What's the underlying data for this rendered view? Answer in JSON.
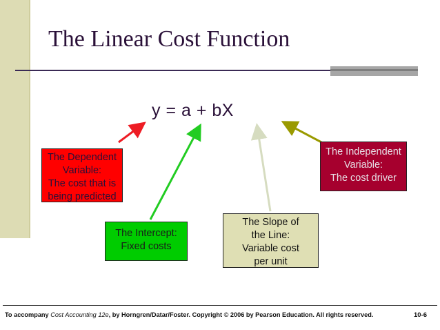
{
  "slide": {
    "title": "The Linear Cost Function",
    "equation": "y = a + bX"
  },
  "callouts": {
    "dependent": {
      "lines": [
        "The Dependent",
        "Variable:",
        "The cost that is",
        "being predicted"
      ],
      "color": "#ff0000"
    },
    "intercept": {
      "lines": [
        "The Intercept:",
        "Fixed costs"
      ],
      "color": "#00cc00"
    },
    "slope": {
      "lines": [
        "The Slope of",
        "the Line:",
        "Variable cost",
        "per unit"
      ],
      "color": "#dfdfb4"
    },
    "independent": {
      "lines": [
        "The Independent",
        "Variable:",
        "The cost driver"
      ],
      "color": "#a6002e"
    }
  },
  "arrow_colors": {
    "dependent": "#ee1c24",
    "intercept": "#22cc22",
    "slope": "#d6dcc0",
    "independent": "#9a9a00"
  },
  "footer": {
    "prefix": "To accompany ",
    "book": "Cost Accounting 12e",
    "suffix": ", by Horngren/Datar/Foster. Copyright © 2006 by Pearson Education. All rights reserved.",
    "page": "10-6"
  }
}
